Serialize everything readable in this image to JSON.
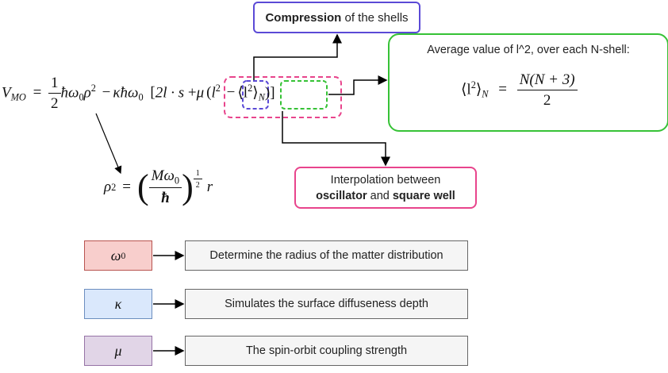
{
  "compression": {
    "bold": "Compression",
    "rest": " of the shells"
  },
  "average": {
    "title": "Average value of l^2, over each N-shell:",
    "lhs": "⟨l",
    "lhs_sup": "2",
    "lhs_close": "⟩",
    "lhs_sub": "N",
    "eq": "=",
    "num": "N(N + 3)",
    "den": "2"
  },
  "interpolation": {
    "line1": "Interpolation between",
    "bold1": "oscillator",
    "mid": " and ",
    "bold2": "square well"
  },
  "equation": {
    "v": "V",
    "v_sub": "MO",
    "eq": "=",
    "half_num": "1",
    "half_den": "2",
    "hbar_omega0": "ħω",
    "zero": "0",
    "rho": "ρ",
    "two": "2",
    "minus": "−",
    "kappa_term": "κħω",
    "bracket_open": "[",
    "two_l_s": "2l · s",
    "plus": "+",
    "mu": "μ",
    "l": "l",
    "l_sup": "2",
    "minus2": "−",
    "avg_open": "⟨l",
    "avg_sup": "2",
    "avg_close": "⟩",
    "avg_sub": "N",
    "paren_close": ")",
    "bracket_close": "]"
  },
  "rho_def": {
    "rho": "ρ",
    "sup": "2",
    "eq": "=",
    "num": "Mω",
    "num_sub": "0",
    "den": "ħ",
    "exp_num": "1",
    "exp_den": "2",
    "r": "r"
  },
  "params": [
    {
      "symbol": "ω",
      "sub": "0",
      "desc": "Determine the radius of the matter distribution",
      "fill": "#f8cecc",
      "stroke": "#b85450"
    },
    {
      "symbol": "κ",
      "sub": "",
      "desc": "Simulates the surface diffuseness depth",
      "fill": "#dae8fc",
      "stroke": "#6c8ebf"
    },
    {
      "symbol": "μ",
      "sub": "",
      "desc": "The spin-orbit coupling strength",
      "fill": "#e1d5e7",
      "stroke": "#9673a6"
    }
  ],
  "colors": {
    "compression": "#5b4ad6",
    "average": "#36c236",
    "interpolation": "#e8448c",
    "dash_pink": "#e8448c",
    "dash_blue": "#5b4ad6",
    "dash_green": "#36c236"
  }
}
